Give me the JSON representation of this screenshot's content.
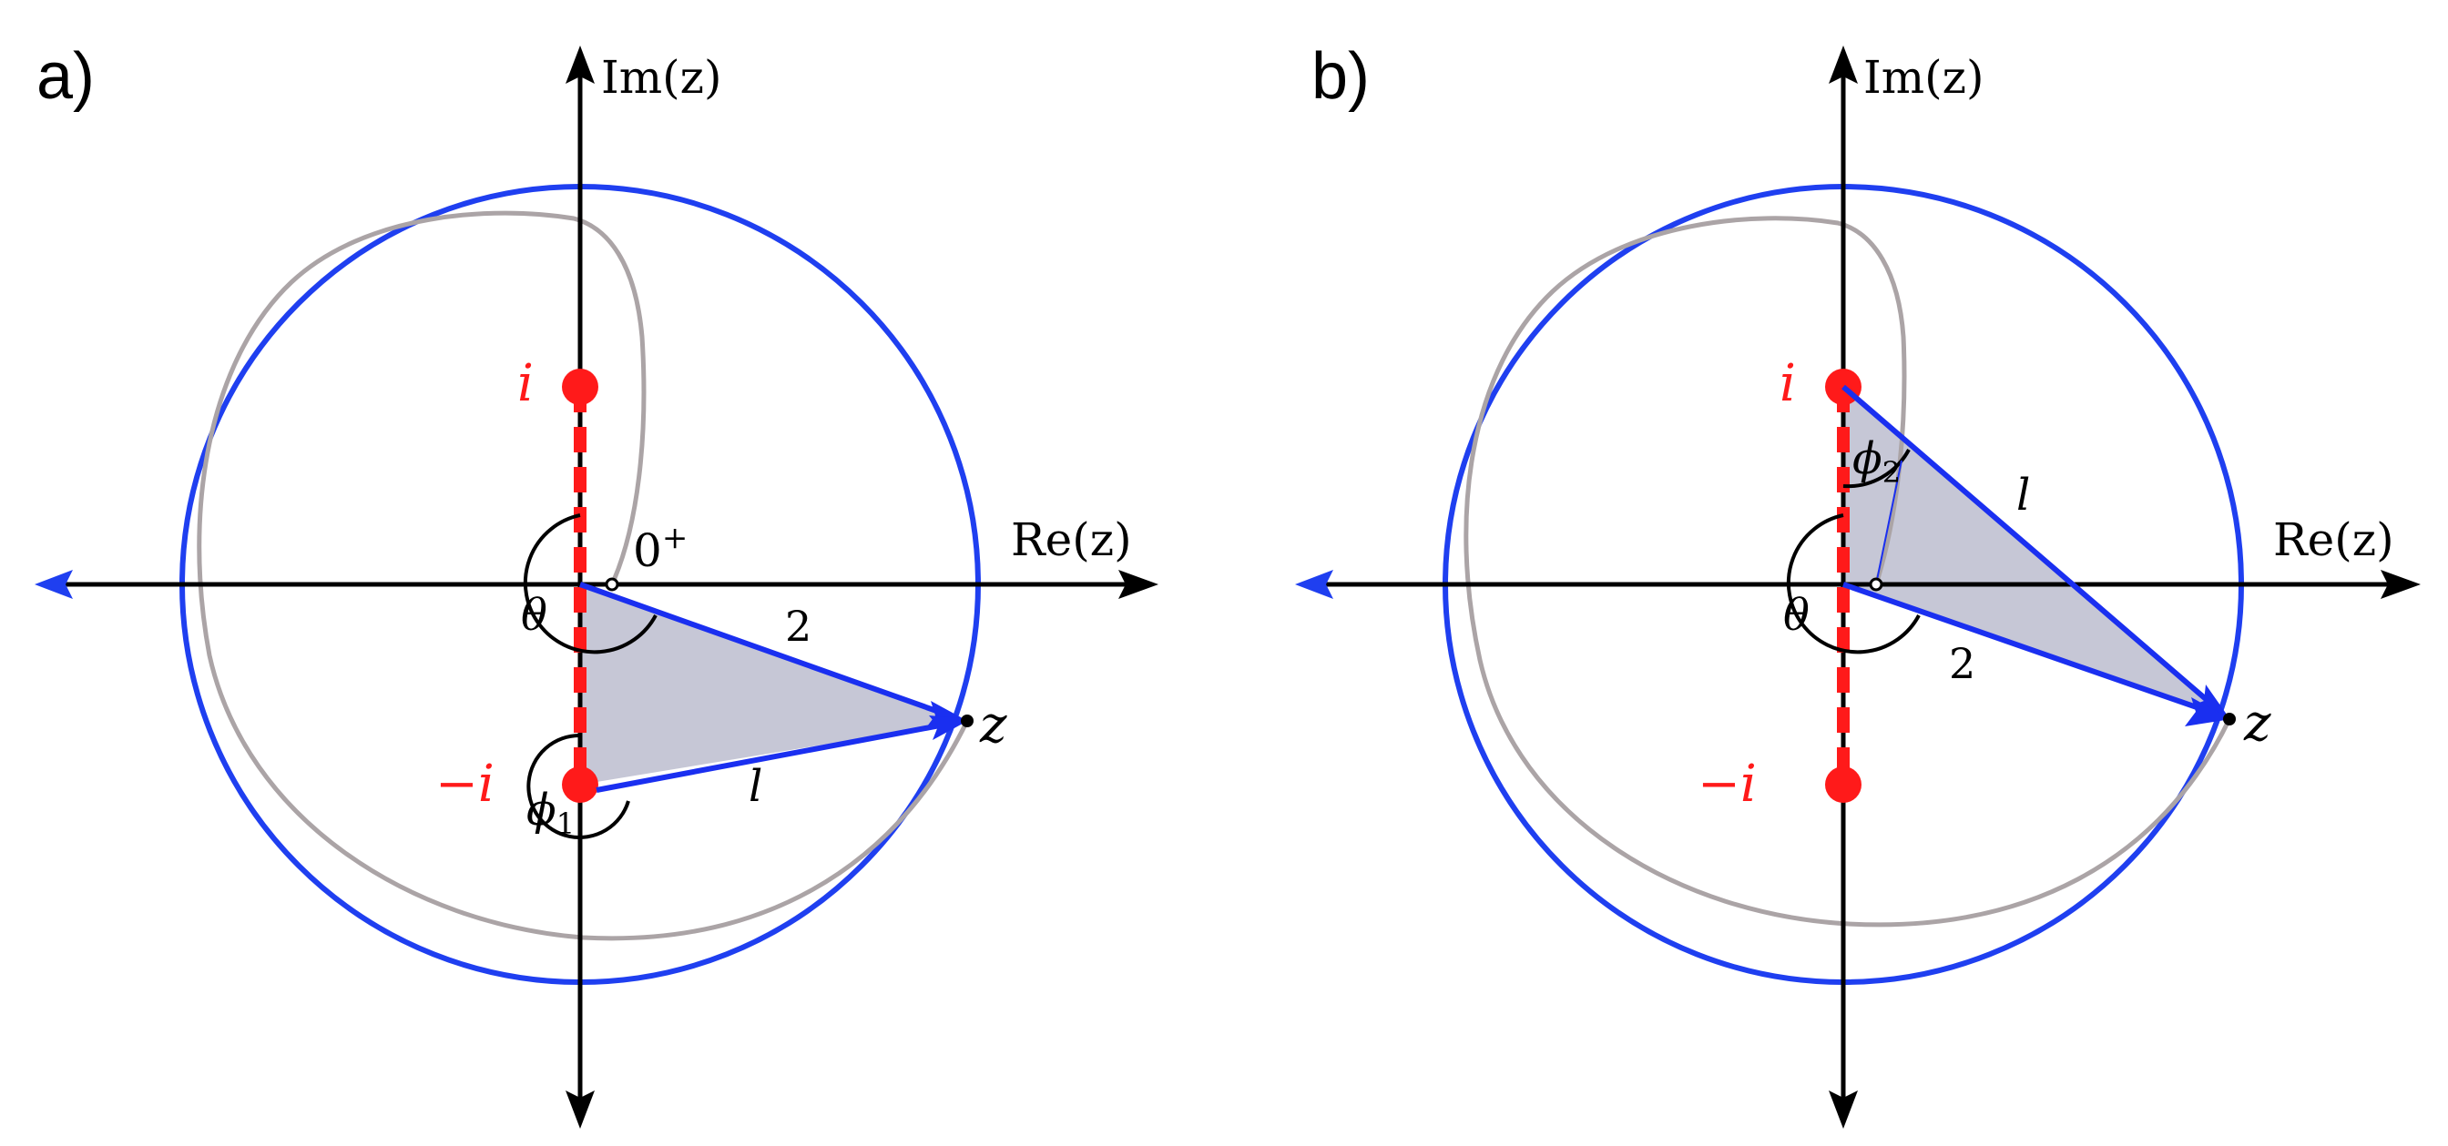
{
  "panels": [
    {
      "id": "a",
      "panel_label": "a)",
      "im_axis_label": "Im(z)",
      "re_axis_label": "Re(z)",
      "point_i_label": "i",
      "point_neg_i_label": "−i",
      "point_z_label": "z",
      "theta_label": "θ",
      "phi_label": "ϕ",
      "phi_sub": "1",
      "length_2_label": "2",
      "length_l_label": "l",
      "zero_plus_label": "0",
      "zero_plus_sup": "+"
    },
    {
      "id": "b",
      "panel_label": "b)",
      "im_axis_label": "Im(z)",
      "re_axis_label": "Re(z)",
      "point_i_label": "i",
      "point_neg_i_label": "−i",
      "point_z_label": "z",
      "theta_label": "θ",
      "phi_label": "ϕ",
      "phi_sub": "2",
      "length_2_label": "2",
      "length_l_label": "l"
    }
  ],
  "colors": {
    "axis": "#000000",
    "circle": "#1f3ff0",
    "contour": "#aba4a6",
    "branch_cut": "#ff1a1a",
    "triangle_fill": "#c6c7d6",
    "vector": "#1a2ff0"
  }
}
